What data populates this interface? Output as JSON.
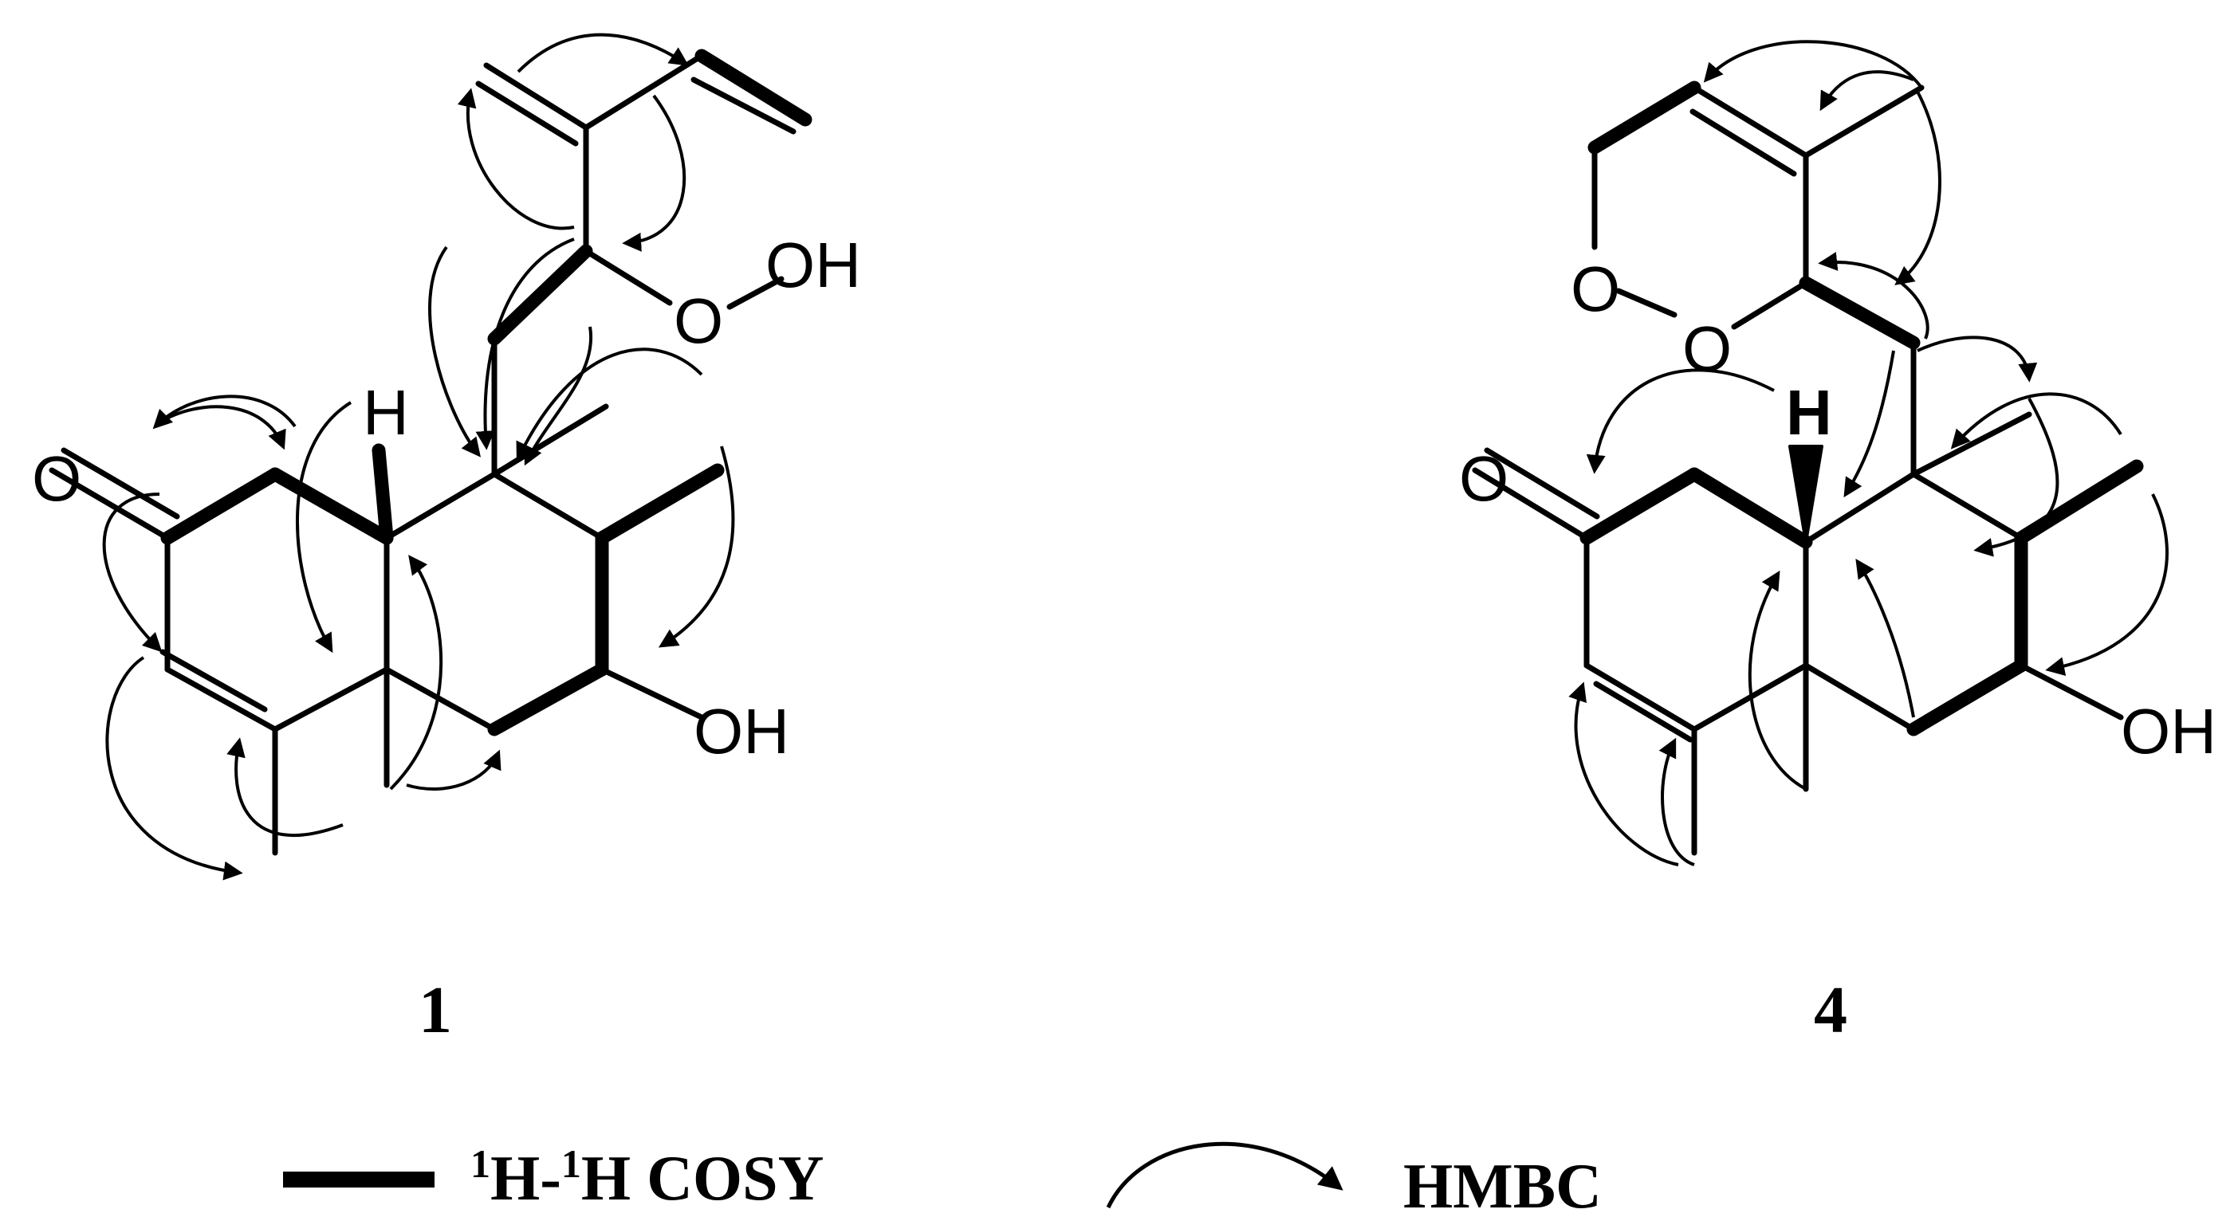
{
  "compounds": [
    {
      "id": "1",
      "atoms": {
        "oxo": "O",
        "ooh_o": "O",
        "ooh": "OH",
        "oh": "OH",
        "h": "H"
      }
    },
    {
      "id": "4",
      "atoms": {
        "oxo": "O",
        "ring_o1": "O",
        "ring_o2": "O",
        "oh": "OH",
        "h": "H"
      }
    }
  ],
  "legend": {
    "cosy": {
      "sup1": "1",
      "h1": "H-",
      "sup2": "1",
      "h2": "H COSY"
    },
    "hmbc": "HMBC"
  },
  "colors": {
    "ink": "#000000",
    "background": "#ffffff"
  }
}
